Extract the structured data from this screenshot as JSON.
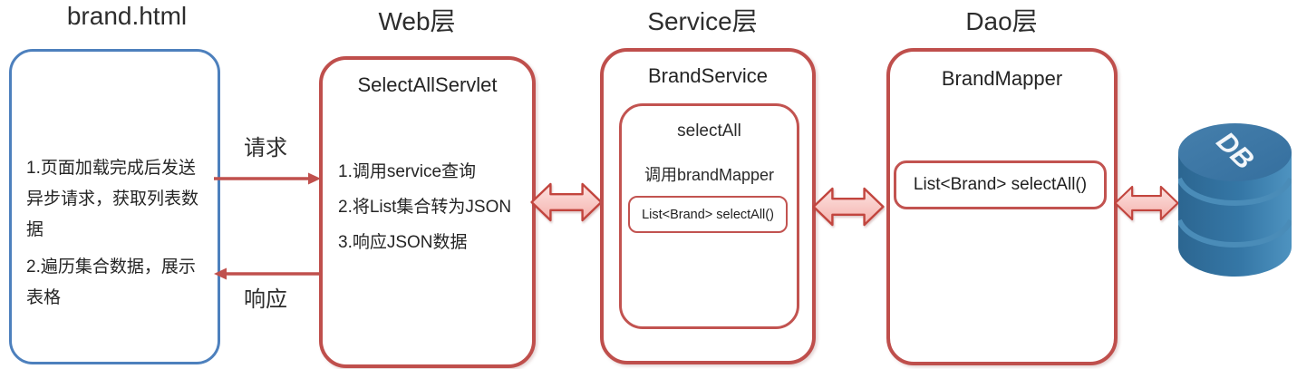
{
  "diagram": {
    "headers": {
      "browser": "brand.html",
      "web": "Web层",
      "service": "Service层",
      "dao": "Dao层"
    },
    "browser_box": {
      "note1": "1.页面加载完成后发送异步请求，获取列表数据",
      "note2": "2.遍历集合数据，展示表格"
    },
    "request_label": "请求",
    "response_label": "响应",
    "web_box": {
      "title": "SelectAllServlet",
      "steps": [
        "1.调用service查询",
        "2.将List集合转为JSON",
        "3.响应JSON数据"
      ]
    },
    "service_box": {
      "title": "BrandService",
      "method": {
        "name": "selectAll",
        "call": "调用brandMapper",
        "signature": "List<Brand> selectAll()"
      }
    },
    "dao_box": {
      "title": "BrandMapper",
      "signature": "List<Brand> selectAll()"
    },
    "database": {
      "label": "DB"
    },
    "colors": {
      "browser_border": "#4d80bd",
      "layer_border": "#bf4f4c",
      "arrow_fill_light": "#fbdad8",
      "arrow_fill": "#f5b2ad",
      "arrow_stroke": "#c2453e",
      "line_arrow": "#c0504d",
      "db_body": "#2e6b9a",
      "db_top": "#3b79a8"
    }
  }
}
